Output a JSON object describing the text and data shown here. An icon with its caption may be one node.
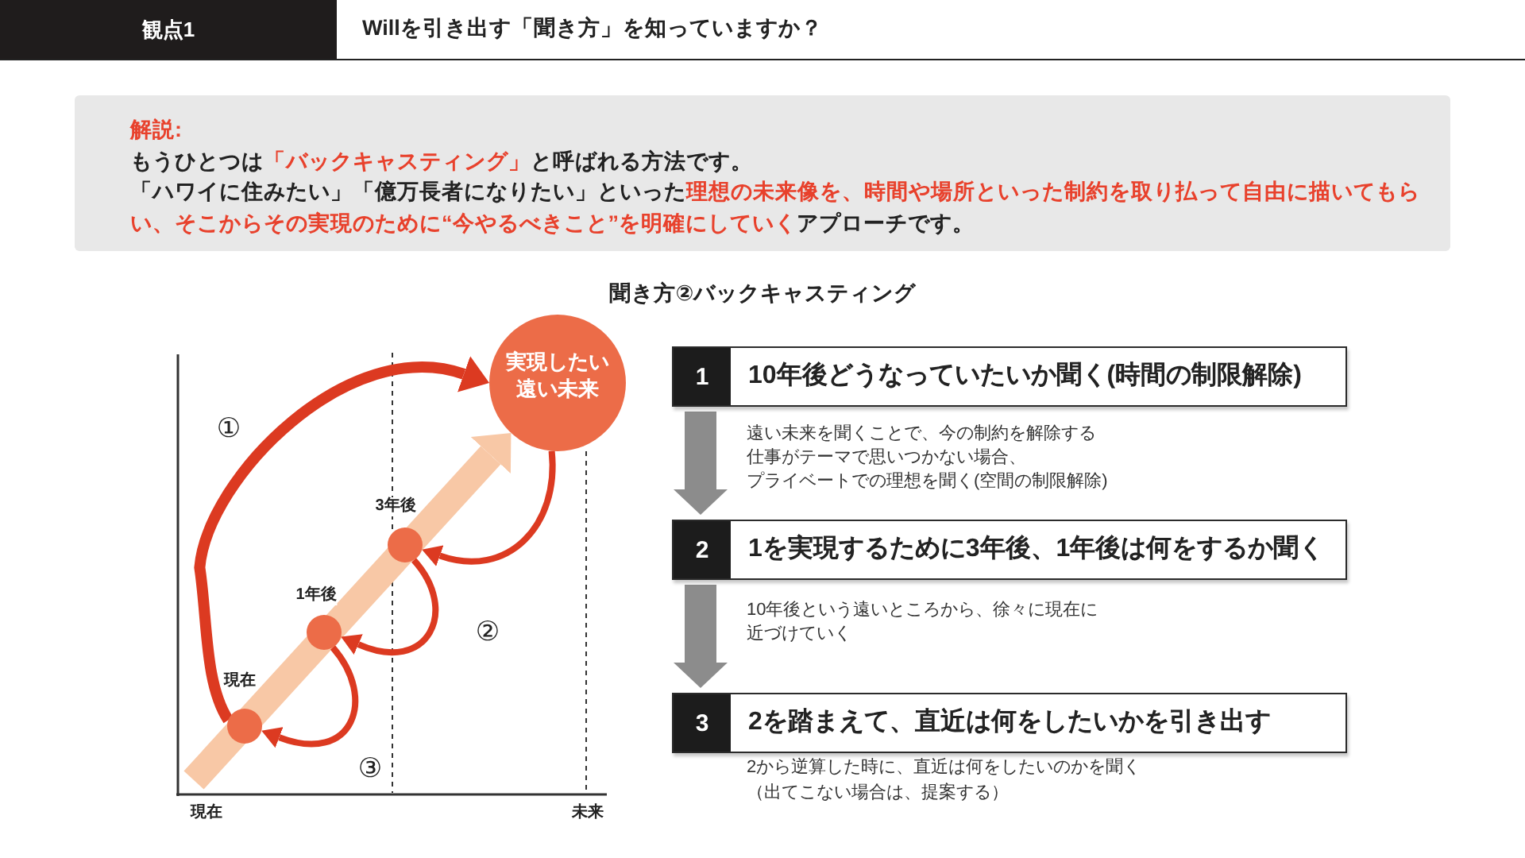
{
  "diagram": {
    "title": "Willを引き出す「聞き方」を知っていますか？",
    "nodes": [
      {
        "text": [
          "観点1"
        ]
      },
      {
        "text": [
          "解説:",
          "もうひとつは**「バックキャスティング」**と呼ばれる方法です。",
          "「ハワイに住みたい」「億万長者になりたい」といった**理想の未来像を、時間や場所といった制約を取り払って自由に描いてもらい、そこからその実現のために“今やるべきこと”を明確にしていく**アプローチです。"
        ]
      },
      {
        "text": [
          "実現したい遠い未来"
        ]
      },
      {
        "text": [],
        "shape": "circle",
        "beside": [
          "現在"
        ]
      },
      {
        "text": [],
        "shape": "circle",
        "beside": [
          "1年後"
        ]
      },
      {
        "text": [],
        "shape": "circle",
        "beside": [
          "3年後"
        ]
      },
      {
        "text": [
          "1",
          "10年後どうなっていたいか聞く(時間の制限解除)"
        ],
        "beside": [
          "遠い未来を聞くことで、今の制約を解除する",
          "仕事がテーマで思いつかない場合、",
          "プライベートでの理想を聞く(空間の制限解除)"
        ]
      },
      {
        "text": [
          "2",
          "1を実現するために3年後、1年後は何をするか聞く"
        ],
        "beside": [
          "10年後という遠いところから、徐々に現在に近づけていく"
        ]
      },
      {
        "text": [
          "3",
          "2を踏まえて、直近は何をしたいかを引き出す"
        ],
        "beside": [
          "2から逆算した時に、直近は何をしたいのかを聞く",
          "（出てこない場合は、提案する）"
        ]
      }
    ],
    "edges": [
      {
        "from": null,
        "to": 2,
        "arrow": "to",
        "style": "thick",
        "color": "#f8c8a6"
      },
      {
        "from": 3,
        "to": 2,
        "arrow": "to"
      },
      {
        "from": 2,
        "to": 5,
        "arrow": "to"
      },
      {
        "from": 5,
        "to": 4,
        "arrow": "to"
      },
      {
        "from": 4,
        "to": 3,
        "arrow": "to"
      },
      {
        "from": 6,
        "to": 7,
        "arrow": "to",
        "style": "thick",
        "color": "#8c8c8c"
      },
      {
        "from": 7,
        "to": 8,
        "arrow": "to",
        "style": "thick",
        "color": "#8c8c8c"
      }
    ],
    "labels": [
      "聞き方②バックキャスティング",
      "①",
      "②",
      "③",
      "現在",
      "未来"
    ]
  }
}
